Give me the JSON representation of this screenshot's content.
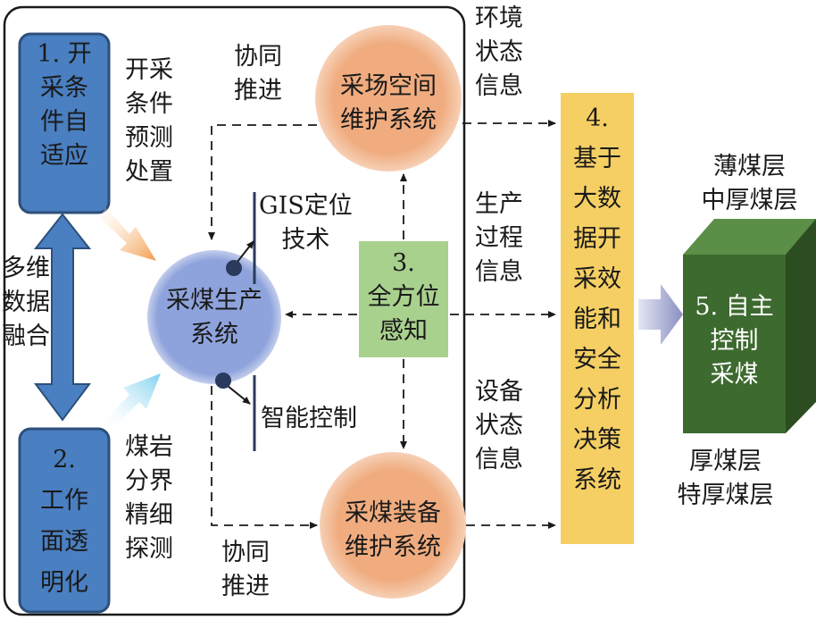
{
  "left_panel": {
    "box1_lines": [
      "1. 开",
      "采条",
      "件自",
      "适应"
    ],
    "box2_lines": [
      "2.",
      "工作",
      "面透",
      "明化"
    ],
    "label_kaicai": [
      "开采",
      "条件",
      "预测",
      "处置"
    ],
    "label_duowei": [
      "多维",
      "数据",
      "融合"
    ],
    "label_meiyan": [
      "煤岩",
      "分界",
      "精细",
      "探测"
    ],
    "label_xietong_top": [
      "协同",
      "推进"
    ],
    "label_xietong_bottom": [
      "协同",
      "推进"
    ],
    "label_gis": [
      "GIS定位",
      "技术"
    ],
    "label_zhineng": "智能控制",
    "circle_center": [
      "采煤生产",
      "系统"
    ],
    "circle_top": [
      "采场空间",
      "维护系统"
    ],
    "circle_bottom": [
      "采煤装备",
      "维护系统"
    ],
    "box3_lines": [
      "3.",
      "全方位",
      "感知"
    ]
  },
  "info_labels": {
    "environment": [
      "环境",
      "状态",
      "信息"
    ],
    "production": [
      "生产",
      "过程",
      "信息"
    ],
    "equipment": [
      "设备",
      "状态",
      "信息"
    ]
  },
  "box4_lines": [
    "4.",
    "基于",
    "大数",
    "据开",
    "采效",
    "能和",
    "安全",
    "分析",
    "决策",
    "系统"
  ],
  "box5": {
    "lines": [
      "5. 自主",
      "控制",
      "采煤"
    ],
    "top_labels": [
      "薄煤层",
      "中厚煤层"
    ],
    "bottom_labels": [
      "厚煤层",
      "特厚煤层"
    ]
  },
  "colors": {
    "blue_box": "#4a7fc1",
    "green_box": "#a9d18e",
    "yellow_box": "#f5cf63",
    "orange_circle": "#f2b48a",
    "blue_circle": "#8fa5dc",
    "dark_green": "#3f6b30"
  }
}
